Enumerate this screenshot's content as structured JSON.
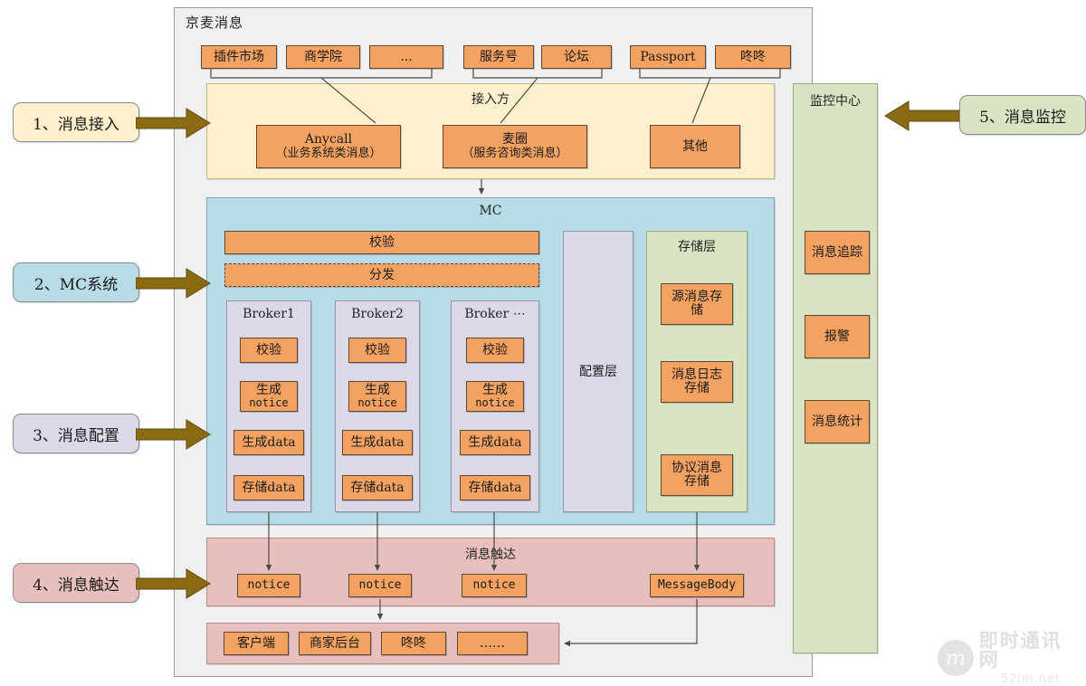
{
  "diagram": {
    "title": "京麦消息",
    "watermark": {
      "logo": "m",
      "cn": "即时通讯网",
      "url": "52im.net"
    }
  },
  "colors": {
    "box_orange": "#f4a261",
    "accept_panel": "#fdf0cd",
    "mc_panel": "#b7dce8",
    "broker_panel": "#ddd8e8",
    "config_panel": "#ddd8e8",
    "store_panel": "#d9e4c2",
    "reach_panel": "#e7c0bd",
    "monitor_panel": "#d9e4c2",
    "arrow_brown": "#8a6a12",
    "frame_bg": "#f0f0f0"
  },
  "callouts": [
    {
      "id": "1",
      "label": "1、消息接入",
      "color": "#fdf0cd",
      "side": "left"
    },
    {
      "id": "2",
      "label": "2、MC系统",
      "color": "#b7dce8",
      "side": "left"
    },
    {
      "id": "3",
      "label": "3、消息配置",
      "color": "#ddd8e8",
      "side": "left"
    },
    {
      "id": "4",
      "label": "4、消息触达",
      "color": "#e7c0bd",
      "side": "left"
    },
    {
      "id": "5",
      "label": "5、消息监控",
      "color": "#d9e4c2",
      "side": "right"
    }
  ],
  "sources": {
    "groups": [
      {
        "items": [
          "插件市场",
          "商学院",
          "..."
        ]
      },
      {
        "items": [
          "服务号",
          "论坛"
        ]
      },
      {
        "items": [
          "Passport",
          "咚咚"
        ]
      }
    ]
  },
  "accept": {
    "title": "接入方",
    "boxes": [
      {
        "main": "Anycall",
        "sub": "（业务系统类消息）"
      },
      {
        "main": "麦圈",
        "sub": "（服务咨询类消息）"
      },
      {
        "main": "其他",
        "sub": ""
      }
    ]
  },
  "mc": {
    "title": "MC",
    "verify": "校验",
    "dispatch": "分发",
    "brokers": [
      {
        "title": "Broker1",
        "steps": [
          "校验",
          "生成\nnotice",
          "生成data",
          "存储data"
        ]
      },
      {
        "title": "Broker2",
        "steps": [
          "校验",
          "生成\nnotice",
          "生成data",
          "存储data"
        ]
      },
      {
        "title": "Broker ⋯",
        "steps": [
          "校验",
          "生成\nnotice",
          "生成data",
          "存储data"
        ]
      }
    ],
    "config_layer": {
      "title": "配置层"
    },
    "storage_layer": {
      "title": "存储层",
      "items": [
        "源消息存储",
        "消息日志\n存储",
        "协议消息\n存储"
      ]
    }
  },
  "reach": {
    "title": "消息触达",
    "outputs": [
      "notice",
      "notice",
      "notice",
      "MessageBody"
    ],
    "clients": [
      "客户端",
      "商家后台",
      "咚咚",
      "……"
    ]
  },
  "monitor": {
    "title": "监控中心",
    "items": [
      "消息追踪",
      "报警",
      "消息统计"
    ]
  }
}
